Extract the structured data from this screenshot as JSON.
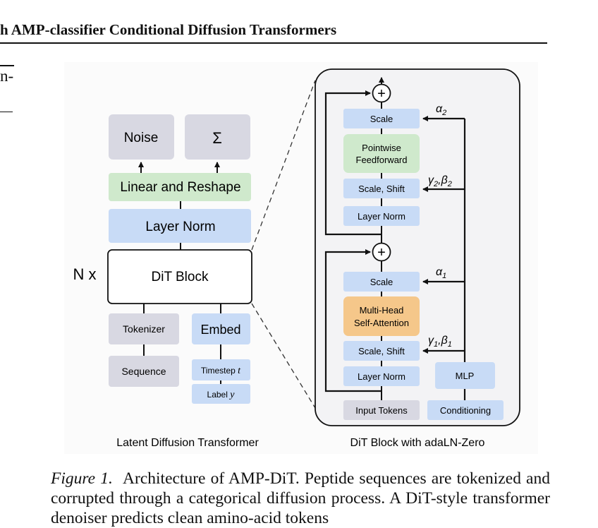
{
  "header": {
    "title": "h AMP-classifier Conditional Diffusion Transformers"
  },
  "left_fragment": {
    "text": "n-"
  },
  "diagram": {
    "left_panel": {
      "caption": "Latent Diffusion Transformer",
      "noise": "Noise",
      "sigma": "Σ",
      "linear_reshape": "Linear and Reshape",
      "layer_norm": "Layer Norm",
      "repeat": "N x",
      "dit_block": "DiT Block",
      "tokenizer": "Tokenizer",
      "sequence": "Sequence",
      "embed": "Embed",
      "timestep": "Timestep ",
      "timestep_var": "t",
      "label": "Label ",
      "label_var": "y"
    },
    "right_panel": {
      "caption": "DiT Block with adaLN-Zero",
      "plus": "+",
      "scale_top": "Scale",
      "ff_line1": "Pointwise",
      "ff_line2": "Feedforward",
      "scale_shift_top": "Scale, Shift",
      "layer_norm_top": "Layer Norm",
      "scale_bottom": "Scale",
      "attn_line1": "Multi-Head",
      "attn_line2": "Self-Attention",
      "scale_shift_bottom": "Scale, Shift",
      "layer_norm_bottom": "Layer Norm",
      "input_tokens": "Input Tokens",
      "mlp": "MLP",
      "conditioning": "Conditioning",
      "alpha2": "α",
      "alpha2_sub": "2",
      "gb2_g": "γ",
      "gb2_gsub": "2",
      "gb2_b": ",β",
      "gb2_bsub": "2",
      "alpha1": "α",
      "alpha1_sub": "1",
      "gb1_g": "γ",
      "gb1_gsub": "1",
      "gb1_b": ",β",
      "gb1_bsub": "1"
    }
  },
  "caption": {
    "label": "Figure 1.",
    "text": "Architecture of AMP-DiT. Peptide sequences are tokenized and corrupted through a categorical diffusion process. A DiT-style transformer denoiser predicts clean amino-acid tokens"
  },
  "colors": {
    "gray_box": "#d8d8e2",
    "blue_box": "#c8dbf6",
    "green_box": "#cfe9cc",
    "orange_box": "#f5c78a"
  }
}
